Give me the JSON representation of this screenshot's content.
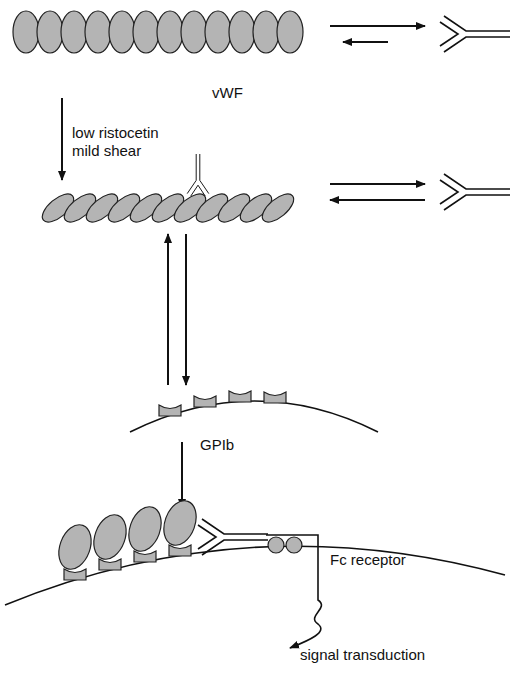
{
  "diagram": {
    "labels": [
      "vWF",
      "low ristocetin",
      "mild shear",
      "GPIb",
      "Fc receptor",
      "signal transduction"
    ]
  }
}
